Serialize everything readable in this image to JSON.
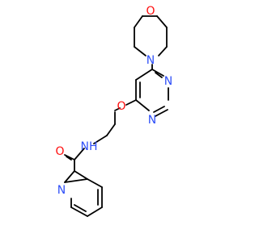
{
  "molecule": {
    "atoms": [
      {
        "id": "o_morph",
        "symbol": "O",
        "color": "#ff0d0d"
      },
      {
        "id": "n_morph",
        "symbol": "N",
        "color": "#3050f8"
      },
      {
        "id": "n_pyrim_a",
        "symbol": "N",
        "color": "#3050f8"
      },
      {
        "id": "n_pyrim_b",
        "symbol": "N",
        "color": "#3050f8"
      },
      {
        "id": "o_ether",
        "symbol": "O",
        "color": "#ff0d0d"
      },
      {
        "id": "n_amide",
        "symbol": "NH",
        "color": "#3050f8"
      },
      {
        "id": "o_carbonyl",
        "symbol": "O",
        "color": "#ff0d0d"
      },
      {
        "id": "n_pyridine",
        "symbol": "N",
        "color": "#3050f8"
      }
    ],
    "bond_color": "#000000"
  }
}
